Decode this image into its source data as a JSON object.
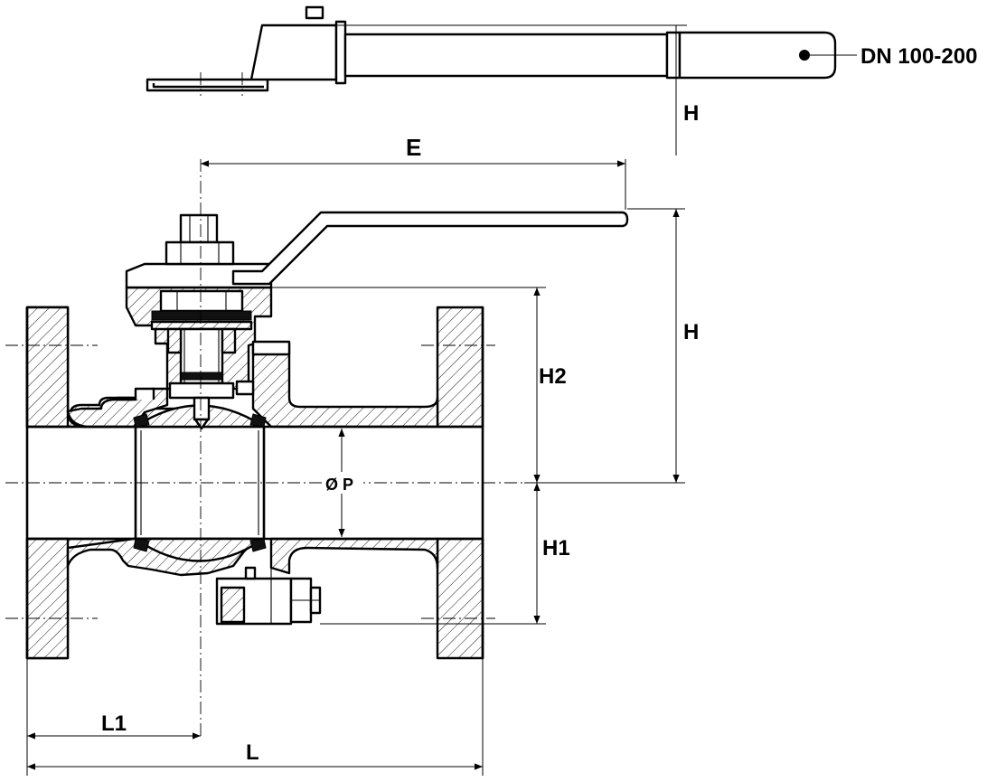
{
  "drawing": {
    "handle_size_note": "DN 100-200",
    "dimensions": {
      "H_top": "H",
      "E": "E",
      "H": "H",
      "H2": "H2",
      "P": "Ø P",
      "H1": "H1",
      "L1": "L1",
      "L": "L"
    }
  }
}
